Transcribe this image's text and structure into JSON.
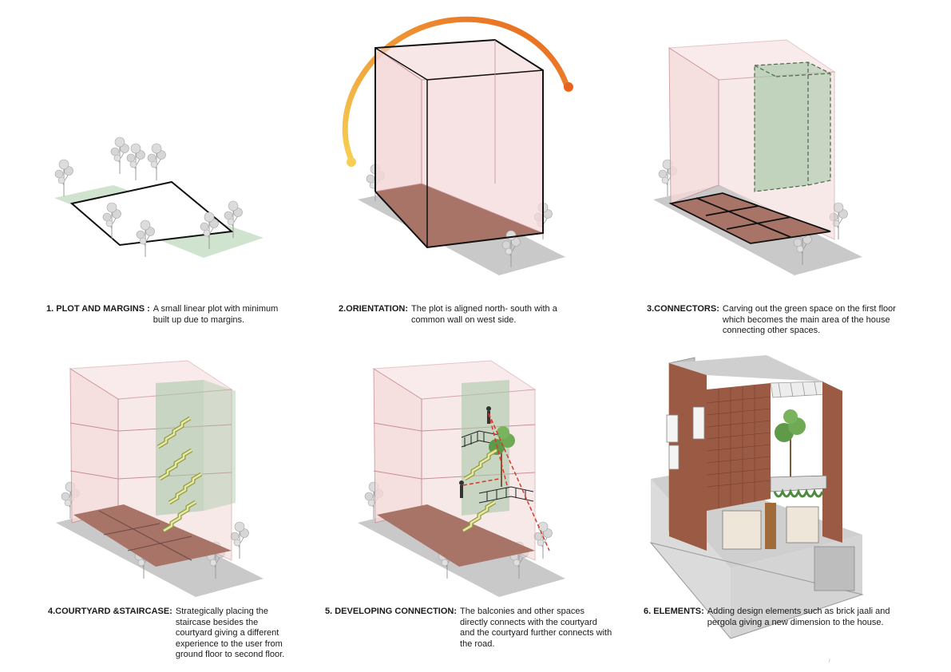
{
  "colors": {
    "ground": "#c9c9c9",
    "plot_green": "#cfe3cf",
    "volume_pink": "#f4d8d8",
    "volume_edge": "#c98d95",
    "floor_brown": "#a87468",
    "courtyard_green": "#a9c8a9",
    "brick": "#9a5a44",
    "concrete": "#cfcfcf",
    "sun_start": "#f6cf52",
    "sun_end": "#e8641c",
    "sight_line": "#d43a2a"
  },
  "panels": [
    {
      "id": "plot",
      "heading": "1. PLOT AND MARGINS :",
      "text": "A small linear plot with minimum built up due to margins."
    },
    {
      "id": "orientation",
      "heading": "2.ORIENTATION:",
      "text": "The plot is aligned north- south with a common wall on west side."
    },
    {
      "id": "connectors",
      "heading": "3.CONNECTORS:",
      "text": "Carving out the green space on the first floor which becomes the main area of the house connecting other spaces."
    },
    {
      "id": "courtyard",
      "heading": "4.COURTYARD &STAIRCASE:",
      "text": "Strategically placing the staircase besides the courtyard giving a different experience to the user from ground floor to second floor."
    },
    {
      "id": "connection",
      "heading": "5. DEVELOPING CONNECTION:",
      "text": "The balconies and other spaces directly connects with the courtyard and the courtyard further connects with the road."
    },
    {
      "id": "elements",
      "heading": "6. ELEMENTS:",
      "text": "Adding design elements such as brick jaali and pergola giving a new dimension to the house."
    }
  ]
}
